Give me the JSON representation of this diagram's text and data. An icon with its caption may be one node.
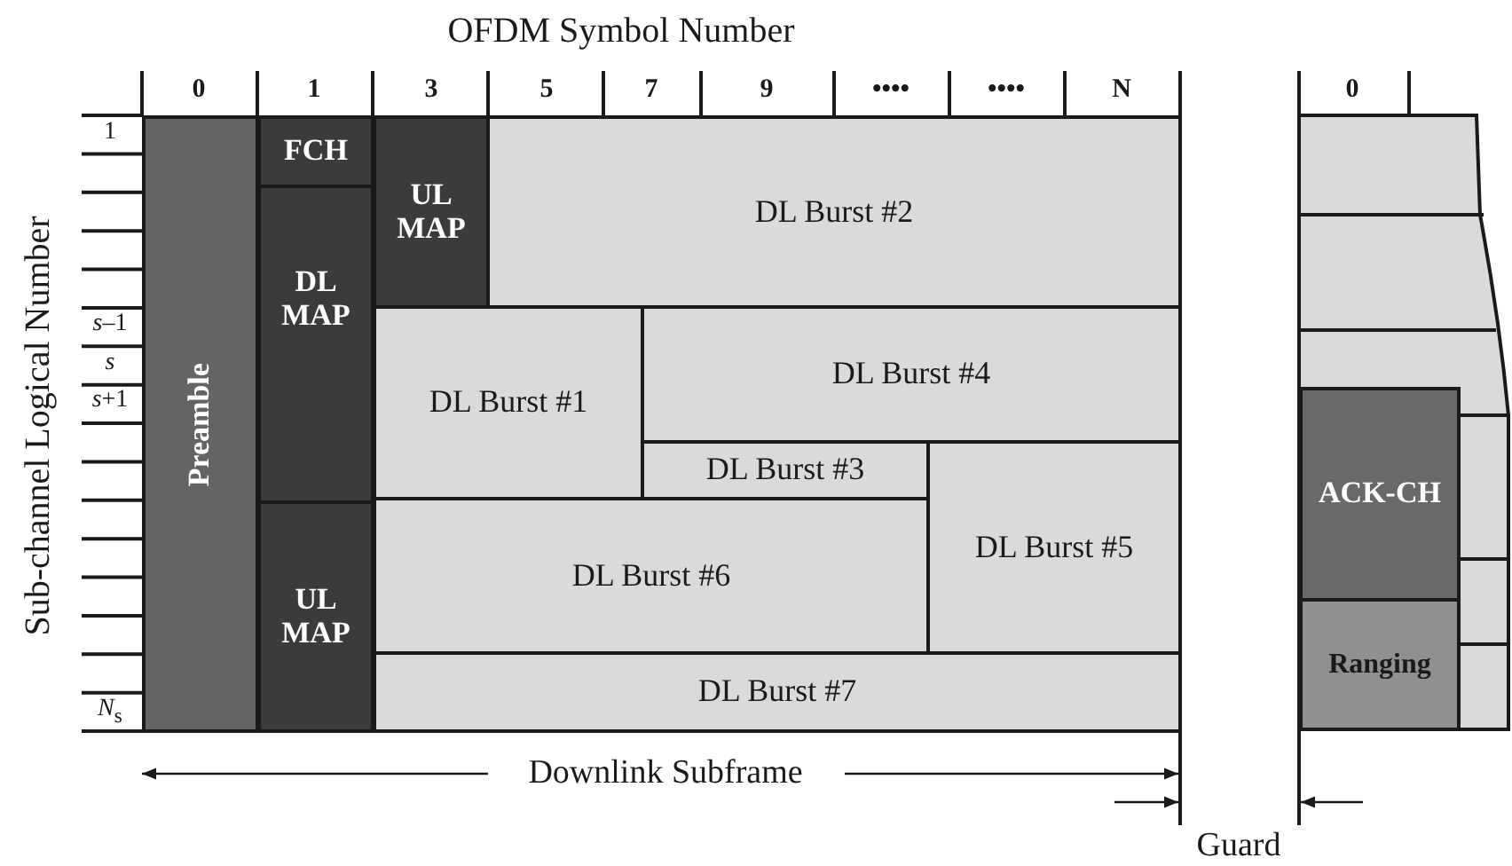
{
  "diagram": {
    "nodes": [
      {
        "text": [
          "Preamble"
        ]
      },
      {
        "text": [
          "FCH"
        ]
      },
      {
        "text": [
          "DL MAP"
        ]
      },
      {
        "text": [
          "UL MAP"
        ]
      },
      {
        "text": [
          "DL Burst #2"
        ]
      },
      {
        "text": [
          "DL Burst #1"
        ]
      },
      {
        "text": [
          "DL Burst #4"
        ]
      },
      {
        "text": [
          "DL Burst #3"
        ]
      },
      {
        "text": [
          "DL Burst #5"
        ]
      },
      {
        "text": [
          "UL MAP"
        ]
      },
      {
        "text": [
          "DL Burst #6"
        ]
      },
      {
        "text": [
          "DL Burst #7"
        ]
      },
      {
        "text": [
          "ACK-CH"
        ]
      },
      {
        "text": [
          "Ranging"
        ]
      }
    ],
    "labels": [
      "OFDM Symbol Number",
      "0",
      "1",
      "3",
      "5",
      "7",
      "9",
      "••••",
      "••••",
      "N",
      "0",
      "Sub-channel Logical Number",
      "1",
      "*s*–1",
      "s",
      "*s*+1",
      "*N*$_{s}$",
      "Downlink Subframe",
      "Guard"
    ]
  }
}
